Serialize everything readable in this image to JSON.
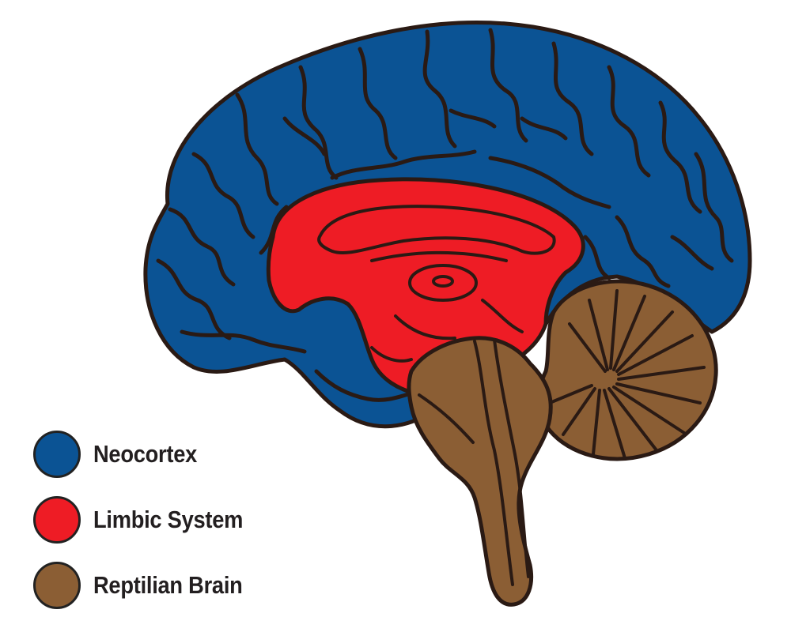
{
  "diagram": {
    "subject": "brain-sagittal-section",
    "regions": [
      {
        "id": "neocortex",
        "color": "#0b5394"
      },
      {
        "id": "limbic",
        "color": "#ee1c25"
      },
      {
        "id": "reptilian",
        "color": "#8b5e34"
      }
    ],
    "outline_color": "#2a1a14"
  },
  "legend": {
    "items": [
      {
        "label": "Neocortex",
        "color": "#0b5394"
      },
      {
        "label": "Limbic System",
        "color": "#ee1c25"
      },
      {
        "label": "Reptilian Brain",
        "color": "#8b5e34"
      }
    ]
  }
}
